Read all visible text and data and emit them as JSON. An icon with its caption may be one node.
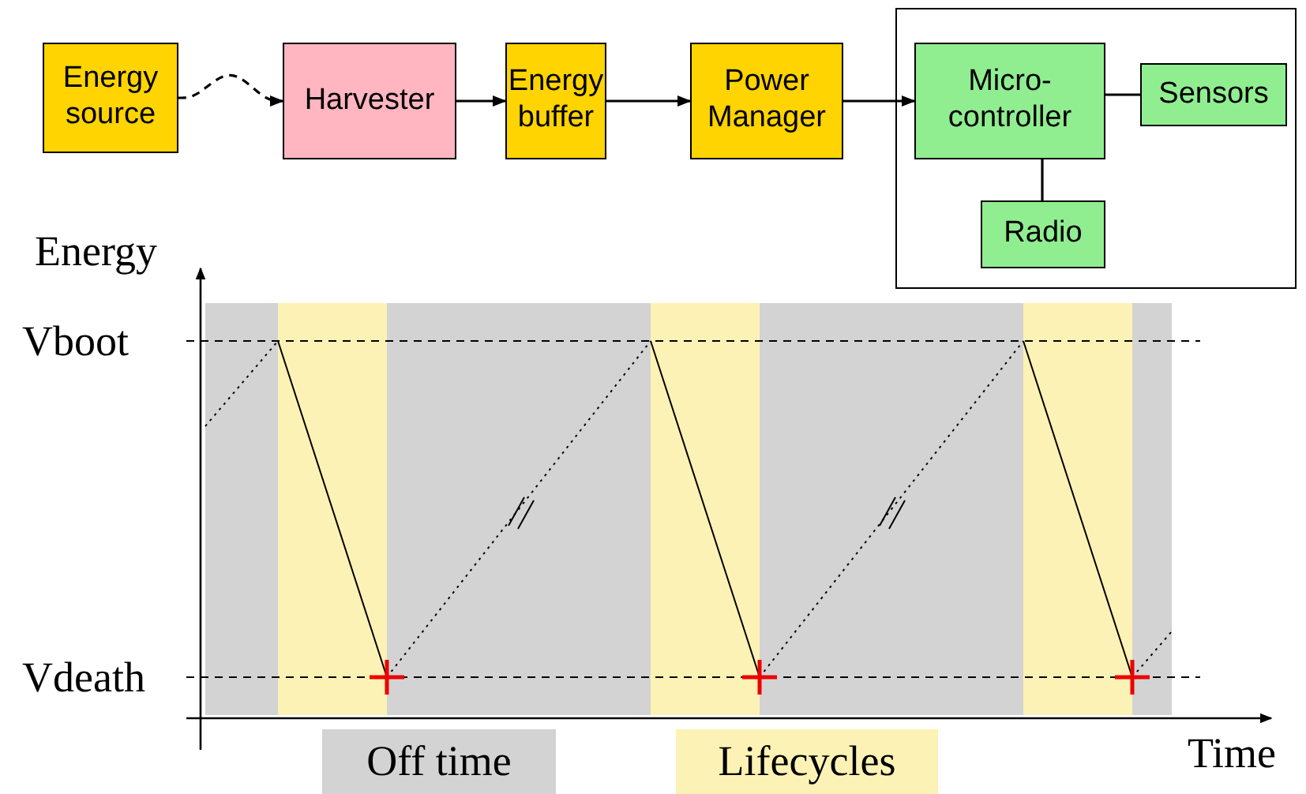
{
  "diagram": {
    "nodes": [
      {
        "text": [
          "Energy source"
        ]
      },
      {
        "text": [
          "Harvester"
        ]
      },
      {
        "text": [
          "Energy buffer"
        ]
      },
      {
        "text": [
          "Power Manager"
        ]
      },
      {
        "text": [],
        "shape": "box"
      },
      {
        "text": [
          "Micro-controller"
        ],
        "in": 4
      },
      {
        "text": [
          "Sensors"
        ],
        "in": 4
      },
      {
        "text": [
          "Radio"
        ],
        "in": 4
      }
    ],
    "edges": [
      {
        "from": 0,
        "to": 1,
        "arrow": "to",
        "style": "dashed"
      },
      {
        "from": 1,
        "to": 2,
        "arrow": "to"
      },
      {
        "from": 2,
        "to": 3,
        "arrow": "to"
      },
      {
        "from": 3,
        "to": 5,
        "arrow": "to"
      },
      {
        "from": 5,
        "to": 6,
        "arrow": "none"
      },
      {
        "from": 5,
        "to": 7,
        "arrow": "none"
      }
    ],
    "labels": [
      "Energy",
      "Vboot",
      "Vdeath",
      "Time"
    ],
    "legend": [
      {
        "text": "Off time",
        "color": "#d3d3d3"
      },
      {
        "text": "Lifecycles",
        "color": "#fdf2b5"
      }
    ]
  }
}
